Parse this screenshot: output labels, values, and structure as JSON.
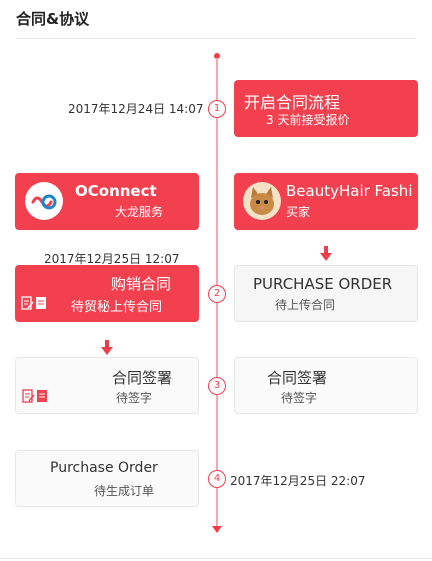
{
  "header": {
    "title": "合同&协议"
  },
  "steps": {
    "s1": "1",
    "s2": "2",
    "s3": "3",
    "s4": "4"
  },
  "step1": {
    "date": "2017年12月24日 14:07",
    "title": "开启合同流程",
    "subtitle": "3 天前接受报价"
  },
  "parties": {
    "left": {
      "name": "OConnect",
      "role": "大龙服务"
    },
    "right": {
      "name": "BeautyHair Fashi",
      "role": "买家"
    }
  },
  "step2": {
    "date": "2017年12月25日 12:07",
    "left": {
      "title": "购销合同",
      "subtitle": "待贸秘上传合同"
    },
    "right": {
      "title": "PURCHASE ORDER",
      "subtitle": "待上传合同"
    }
  },
  "step3": {
    "left": {
      "title": "合同签署",
      "subtitle": "待签字"
    },
    "right": {
      "title": "合同签署",
      "subtitle": "待签字"
    }
  },
  "step4": {
    "date": "2017年12月25日 22:07",
    "title": "Purchase Order",
    "subtitle": "待生成订单"
  },
  "icons": {
    "doc_edit": "document-edit-icon",
    "doc_list": "document-list-icon",
    "arrow": "arrow-down-icon",
    "logo": "oconnect-logo-icon",
    "avatar": "cat-avatar-icon"
  },
  "colors": {
    "accent": "#f2404f",
    "line": "#f0aab0",
    "card_gray": "#f6f6f6"
  }
}
